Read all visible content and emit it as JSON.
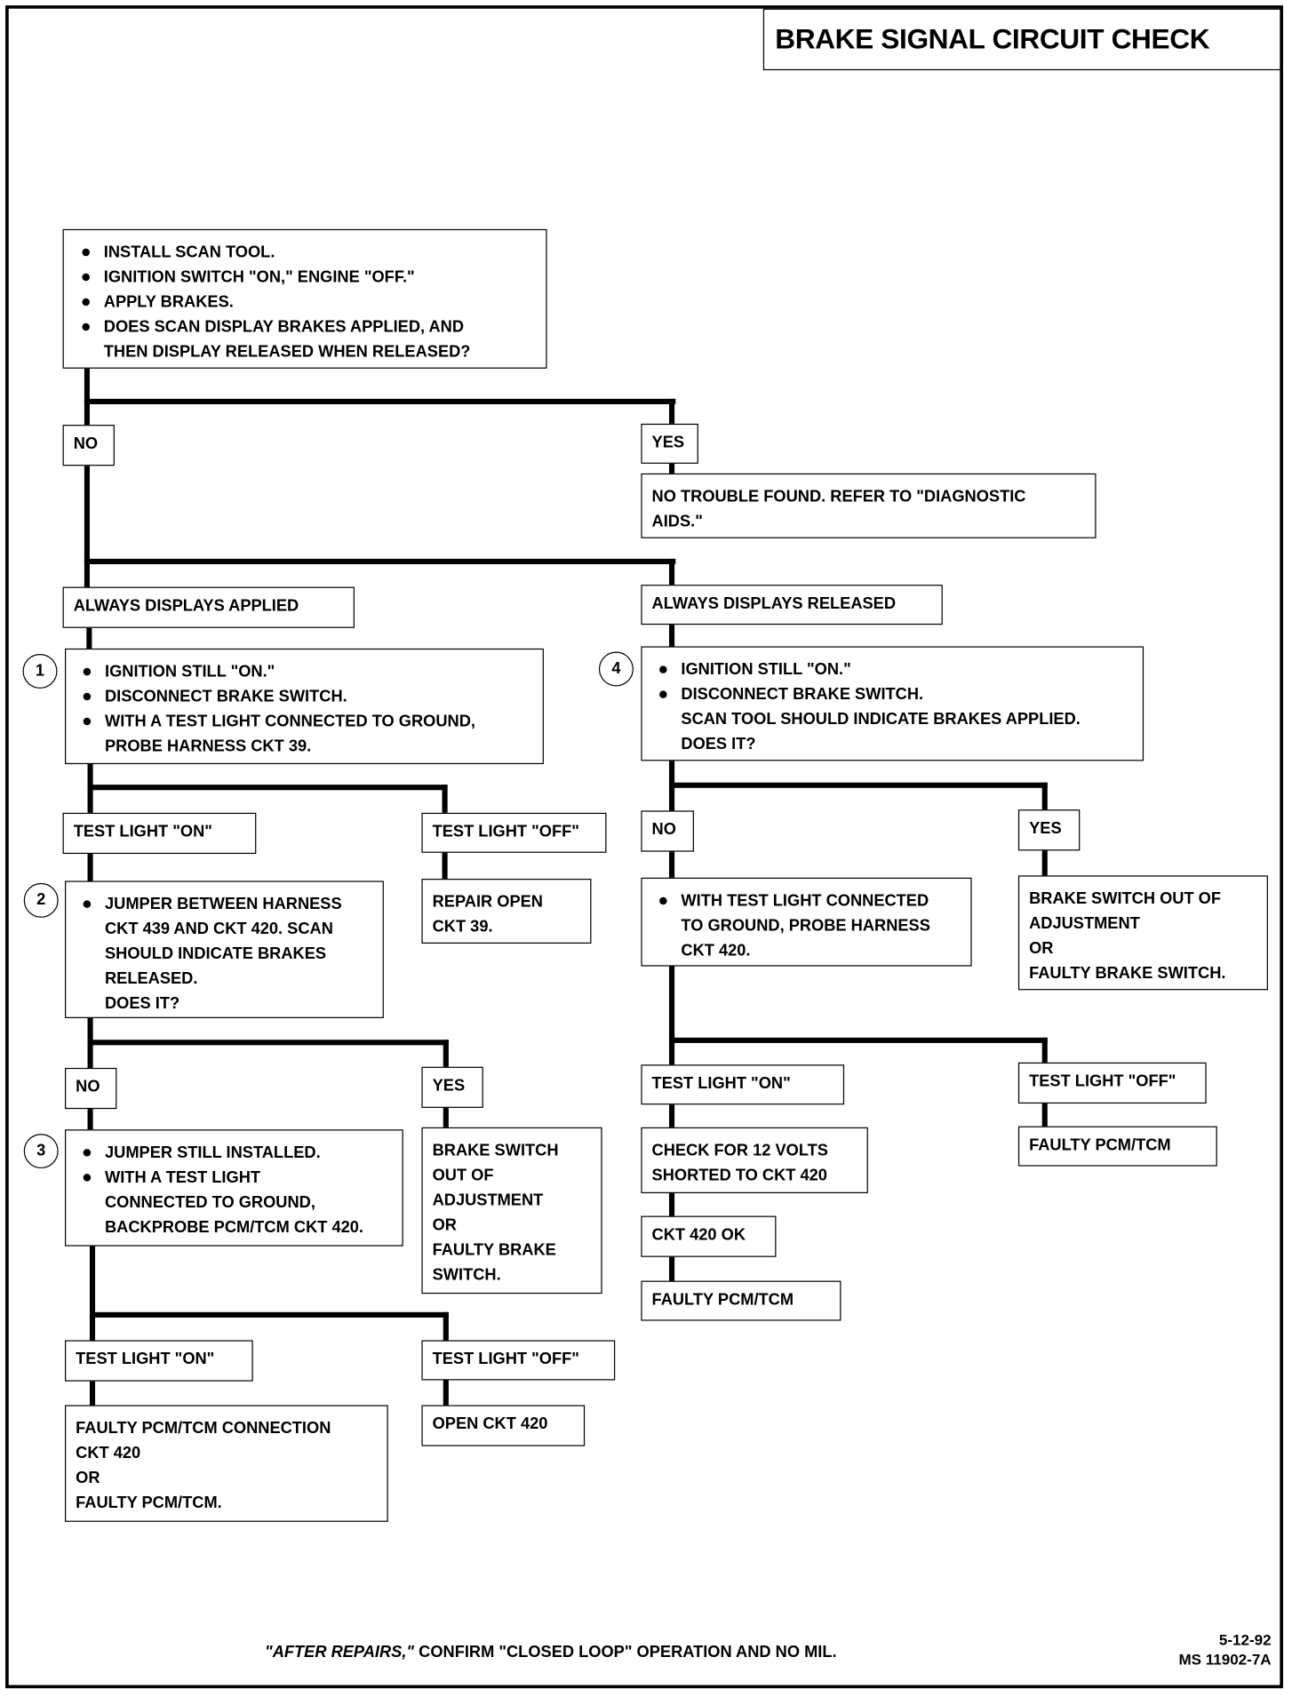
{
  "title": "BRAKE SIGNAL CIRCUIT CHECK",
  "boxes": {
    "start": {
      "lines": [
        "INSTALL SCAN TOOL.",
        "IGNITION SWITCH \"ON,\" ENGINE \"OFF.\"",
        "APPLY BRAKES.",
        "DOES SCAN DISPLAY BRAKES APPLIED, AND",
        "THEN DISPLAY RELEASED WHEN RELEASED?"
      ]
    },
    "no_trouble": {
      "lines": [
        "NO TROUBLE FOUND.  REFER TO \"DIAGNOSTIC",
        "AIDS.\""
      ]
    },
    "step1": {
      "number": "1",
      "lines": [
        "IGNITION STILL \"ON.\"",
        "DISCONNECT BRAKE SWITCH.",
        "WITH A TEST LIGHT CONNECTED TO GROUND,",
        "PROBE HARNESS CKT 39."
      ]
    },
    "step4": {
      "number": "4",
      "lines": [
        "IGNITION STILL \"ON.\"",
        "DISCONNECT BRAKE SWITCH.",
        "SCAN TOOL SHOULD INDICATE BRAKES APPLIED.",
        "DOES IT?"
      ]
    },
    "step2": {
      "number": "2",
      "lines": [
        "JUMPER BETWEEN HARNESS",
        "CKT 439 AND CKT 420.  SCAN",
        "SHOULD INDICATE BRAKES",
        "RELEASED.",
        "DOES IT?"
      ]
    },
    "repair_open": {
      "lines": [
        "REPAIR OPEN",
        "CKT 39."
      ]
    },
    "probe420": {
      "lines": [
        "WITH TEST LIGHT CONNECTED",
        "TO GROUND, PROBE HARNESS",
        "CKT 420."
      ]
    },
    "switch_adj_right": {
      "lines": [
        "BRAKE SWITCH OUT OF",
        "ADJUSTMENT",
        "OR",
        "FAULTY BRAKE SWITCH."
      ]
    },
    "step3": {
      "number": "3",
      "lines": [
        "JUMPER STILL INSTALLED.",
        "WITH A TEST LIGHT",
        "CONNECTED TO GROUND,",
        "BACKPROBE PCM/TCM CKT 420."
      ]
    },
    "switch_adj_left": {
      "lines": [
        "BRAKE SWITCH",
        "OUT OF",
        "ADJUSTMENT",
        "OR",
        "FAULTY BRAKE",
        "SWITCH."
      ]
    },
    "check12v": {
      "lines": [
        "CHECK FOR 12 VOLTS",
        "SHORTED TO CKT 420"
      ]
    },
    "pcm_conn": {
      "lines": [
        "FAULTY PCM/TCM CONNECTION",
        "CKT 420",
        "OR",
        "FAULTY PCM/TCM."
      ]
    }
  },
  "labels": {
    "no1": "NO",
    "yes1": "YES",
    "applied": "ALWAYS DISPLAYS APPLIED",
    "released": "ALWAYS DISPLAYS RELEASED",
    "tl_on1": "TEST LIGHT \"ON\"",
    "tl_off1": "TEST LIGHT \"OFF\"",
    "no4": "NO",
    "yes4": "YES",
    "no2": "NO",
    "yes2": "YES",
    "tl_on_r": "TEST LIGHT \"ON\"",
    "tl_off_r": "TEST LIGHT \"OFF\"",
    "faulty_pcm_r": "FAULTY PCM/TCM",
    "ckt420ok": "CKT 420 OK",
    "faulty_pcm_r2": "FAULTY PCM/TCM",
    "tl_on3": "TEST LIGHT \"ON\"",
    "tl_off3": "TEST LIGHT \"OFF\"",
    "open420": "OPEN CKT 420"
  },
  "footer": {
    "italic": "\"AFTER REPAIRS,\"",
    "rest": " CONFIRM \"CLOSED LOOP\" OPERATION AND NO MIL."
  },
  "doc_code": {
    "date": "5-12-92",
    "number": "MS 11902-7A"
  }
}
